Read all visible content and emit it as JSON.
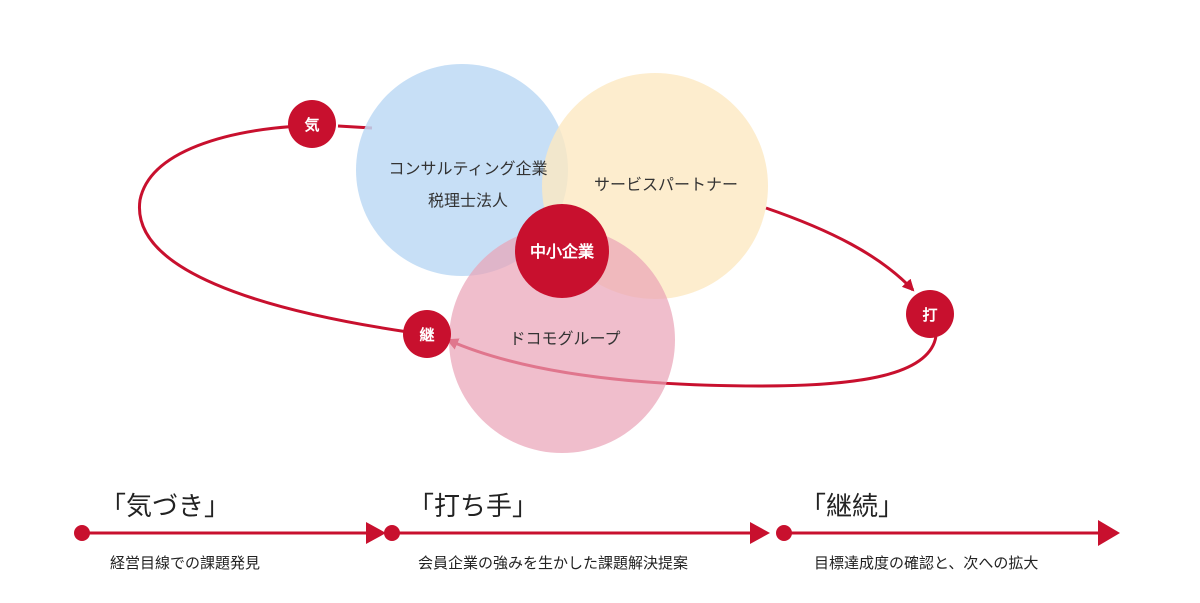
{
  "colors": {
    "accent": "#c8102e",
    "consulting_circle": "#bdd9f4",
    "service_circle": "#fde9c2",
    "docomo_circle": "#eaa2b6",
    "overlap": "#c88fb5"
  },
  "diagram": {
    "consulting_line1": "コンサルティング企業",
    "consulting_line2": "税理士法人",
    "service_partner": "サービスパートナー",
    "docomo_group": "ドコモグループ",
    "core": "中小企業"
  },
  "cycle_badges": {
    "ki": "気",
    "da": "打",
    "kei": "継"
  },
  "phases": [
    {
      "title": "「気づき」",
      "description": "経営目線での課題発見"
    },
    {
      "title": "「打ち手」",
      "description": "会員企業の強みを生かした課題解決提案"
    },
    {
      "title": "「継続」",
      "description": "目標達成度の確認と、次への拡大"
    }
  ]
}
